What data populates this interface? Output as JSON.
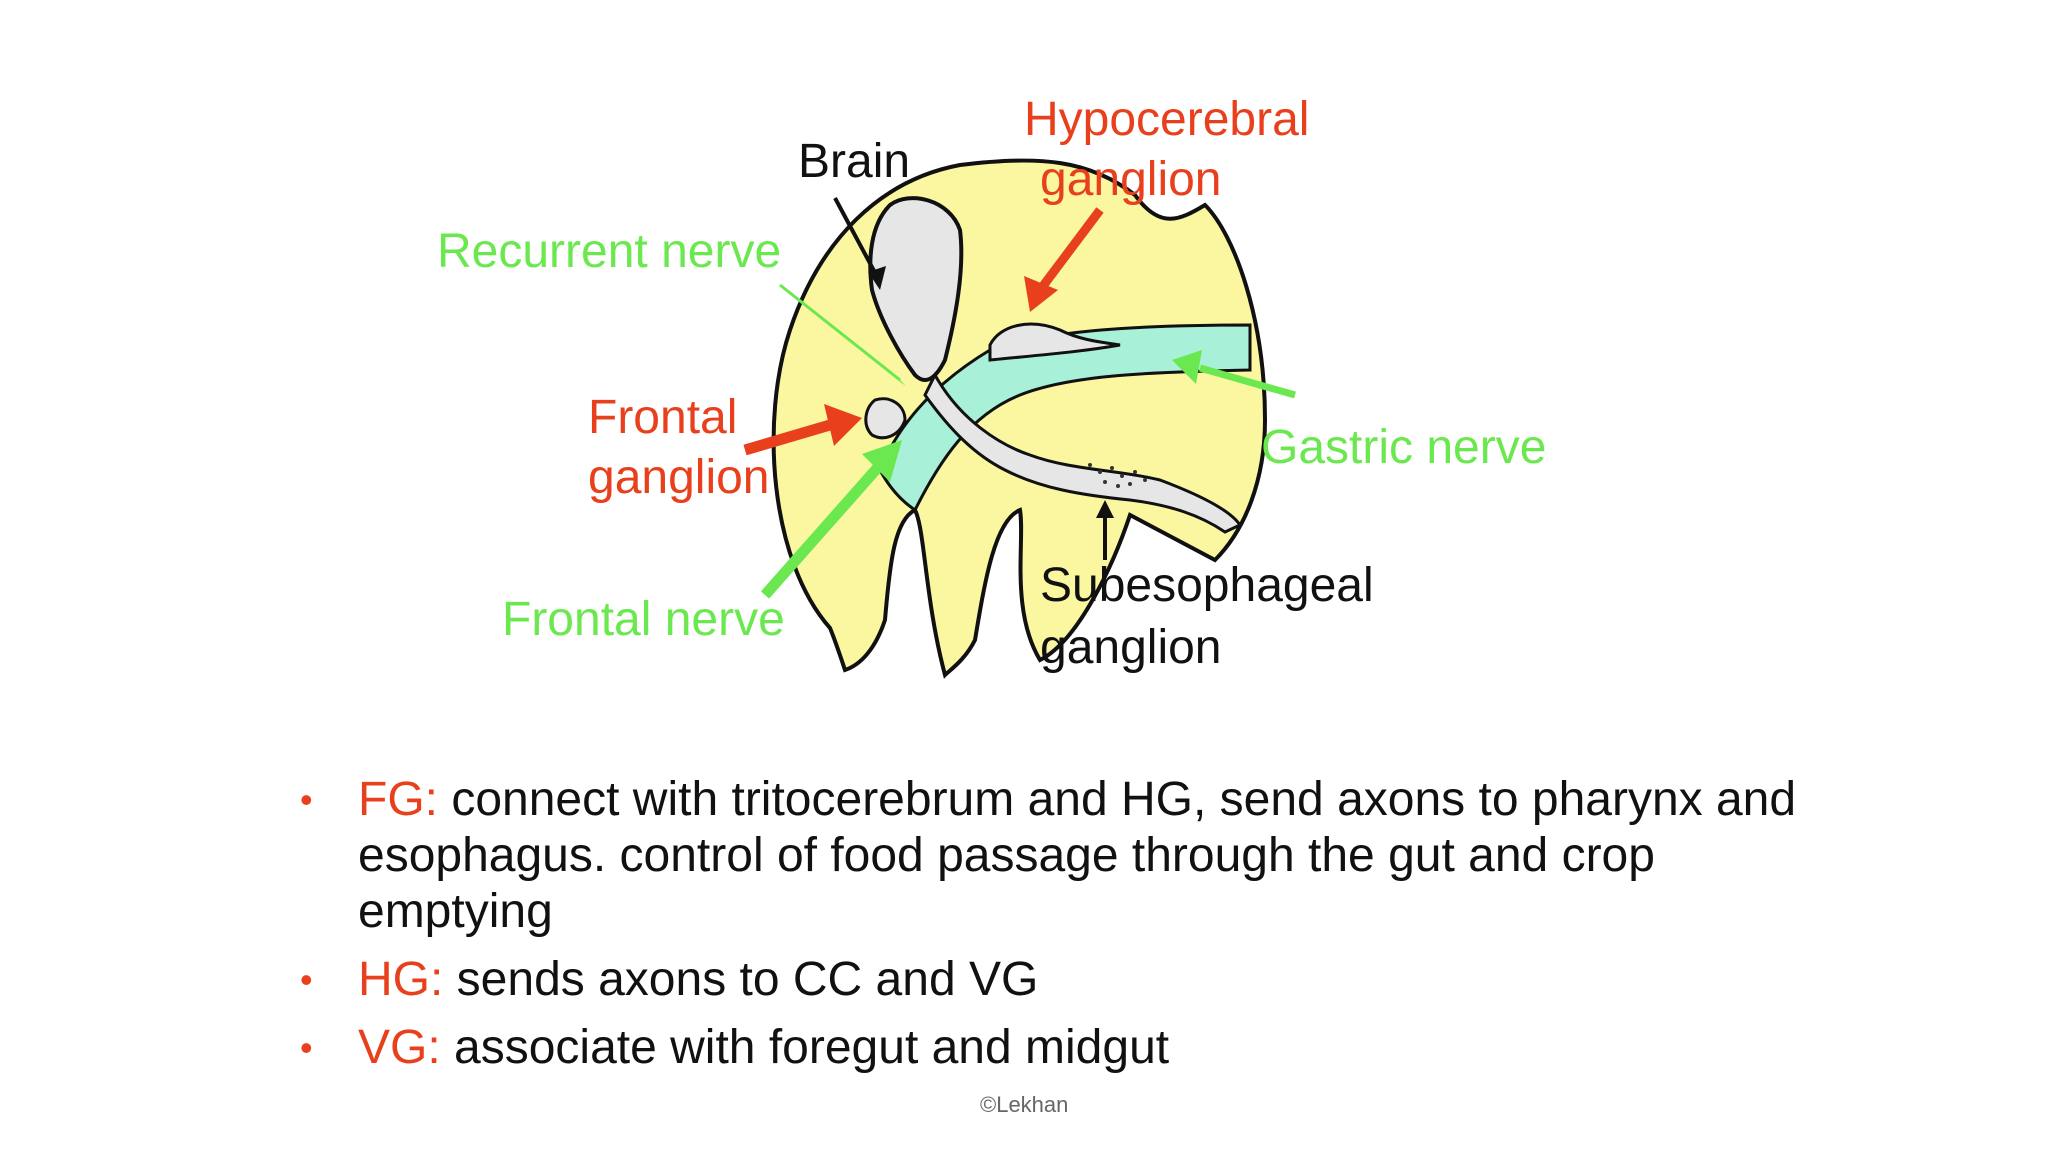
{
  "labels": {
    "brain": "Brain",
    "hypocerebral_1": "Hypocerebral",
    "hypocerebral_2": "ganglion",
    "recurrent": "Recurrent nerve",
    "frontal_ganglion_1": "Frontal",
    "frontal_ganglion_2": "ganglion",
    "gastric": "Gastric nerve",
    "frontal_nerve": "Frontal nerve",
    "subesophageal_1": "Subesophageal",
    "subesophageal_2": "ganglion"
  },
  "bullets": [
    {
      "key": "FG:",
      "text": " connect with tritocerebrum and HG, send axons to pharynx and esophagus. control of food passage through the gut and crop emptying"
    },
    {
      "key": "HG:",
      "text": " sends axons to CC and VG"
    },
    {
      "key": "VG:",
      "text": " associate with foregut and midgut"
    }
  ],
  "credit": "©Lekhan",
  "colors": {
    "head": "#fbf7a0",
    "nerve_band": "#a8f0d8",
    "tissue": "#e6e6e6",
    "red": "#e8401c",
    "green": "#6be84f"
  }
}
